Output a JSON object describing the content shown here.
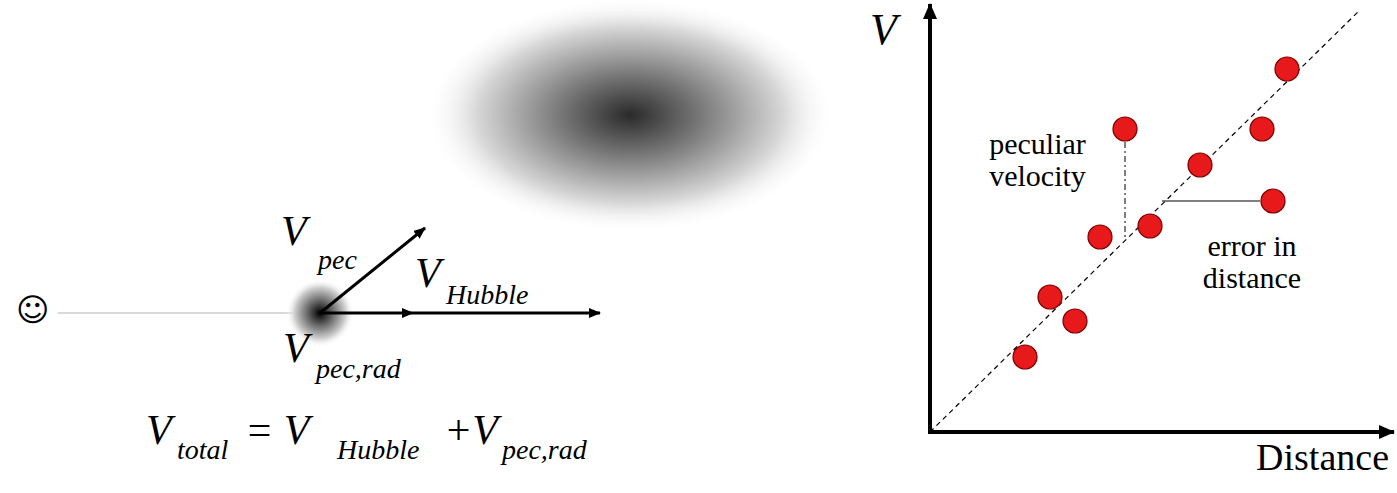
{
  "diagram": {
    "labels": [
      "☺",
      "V",
      "pec",
      "V",
      "Hubble",
      "V",
      "pec,rad",
      "V",
      "total",
      "= V",
      "Hubble",
      "+V",
      "pec,rad",
      "V",
      "Distance",
      "peculiar velocity",
      "error in distance"
    ]
  }
}
